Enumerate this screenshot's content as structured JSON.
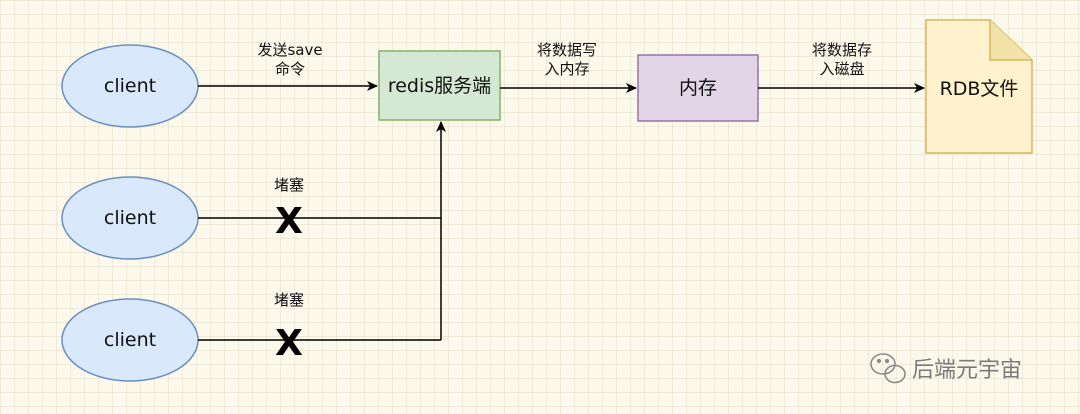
{
  "nodes": {
    "client1": "client",
    "client2": "client",
    "client3": "client",
    "server": "redis服务端",
    "memory": "内存",
    "rdb": "RDB文件"
  },
  "edges": {
    "save_line1": "发送save",
    "save_line2": "命令",
    "write_mem_line1": "将数据写",
    "write_mem_line2": "入内存",
    "write_disk_line1": "将数据存",
    "write_disk_line2": "入磁盘",
    "block1": "堵塞",
    "block2": "堵塞"
  },
  "blocked_marker": "X",
  "watermark": "后端元宇宙",
  "colors": {
    "background": "#fbf8ec",
    "client_fill": "#dae8fc",
    "client_stroke": "#6c8ebf",
    "server_fill": "#d5e8d4",
    "server_stroke": "#82b366",
    "memory_fill": "#e1d5e7",
    "memory_stroke": "#9673a6",
    "file_fill": "#fff2cc",
    "file_stroke": "#d6b656"
  }
}
